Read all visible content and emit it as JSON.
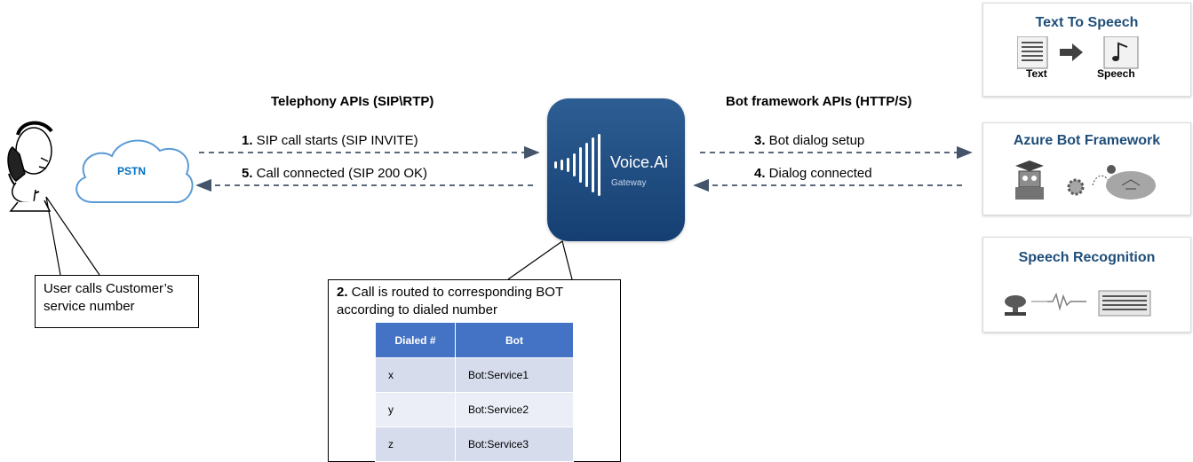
{
  "telephony_title": "Telephony APIs (SIP\\RTP)",
  "bot_framework_title": "Bot framework APIs (HTTP/S)",
  "pstn_label": "PSTN",
  "messages": {
    "m1_num": "1.",
    "m1_text": " SIP call starts (SIP INVITE)",
    "m5_num": "5.",
    "m5_text": " Call connected (SIP 200 OK)",
    "m3_num": "3.",
    "m3_text": " Bot dialog setup",
    "m4_num": "4.",
    "m4_text": " Dialog connected"
  },
  "gateway": {
    "name": "Voice.Ai",
    "subtitle": "Gateway"
  },
  "user_callout": "User calls Customer’s service number",
  "routing_callout": {
    "num": "2.",
    "text": " Call is routed to corresponding BOT according to dialed number"
  },
  "routing_table": {
    "headers": [
      "Dialed #",
      "Bot"
    ],
    "rows": [
      [
        "x",
        "Bot:Service1"
      ],
      [
        "y",
        "Bot:Service2"
      ],
      [
        "z",
        "Bot:Service3"
      ]
    ]
  },
  "panels": {
    "tts": {
      "title": "Text To Speech",
      "text_label": "Text",
      "speech_label": "Speech"
    },
    "azure": {
      "title": "Azure Bot Framework"
    },
    "asr": {
      "title": "Speech Recognition"
    }
  },
  "colors": {
    "arrow": "#44546a",
    "gateway": "#1f4e79",
    "panel_title": "#1f4e79",
    "cloud": "#5b9bd5",
    "table_header": "#4472c4"
  }
}
